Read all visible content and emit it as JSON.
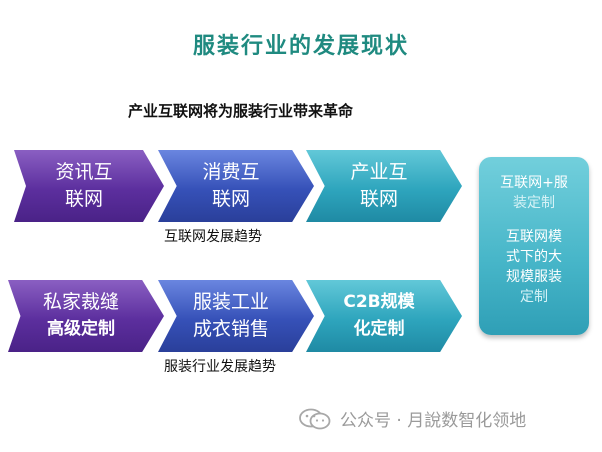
{
  "title": "服装行业的发展现状",
  "subtitle": "产业互联网将为服装行业带来革命",
  "row1": {
    "arrows": [
      {
        "line1": "资讯互",
        "line2": "联网"
      },
      {
        "line1": "消费互",
        "line2": "联网"
      },
      {
        "line1": "产业互",
        "line2": "联网"
      }
    ],
    "caption": "互联网发展趋势"
  },
  "row2": {
    "arrows": [
      {
        "line1": "私家裁缝",
        "line2": "高级定制"
      },
      {
        "line1": "服装工业",
        "line2": "成衣销售"
      },
      {
        "line1": "C2B规模",
        "line2": "化定制"
      }
    ],
    "caption": "服装行业发展趋势"
  },
  "side_box": {
    "p1_line1": "互联网+服",
    "p1_line2": "装定制",
    "p2_line1": "互联网模",
    "p2_line2": "式下的大",
    "p2_line3": "规模服装",
    "p2_line4": "定制"
  },
  "watermark": {
    "text": "公众号 · 月說数智化领地",
    "icon": "wechat-icon"
  },
  "colors": {
    "title": "#1f8a80",
    "purple": "#5c2f9e",
    "blue": "#3651b8",
    "teal": "#2ea5bd"
  }
}
